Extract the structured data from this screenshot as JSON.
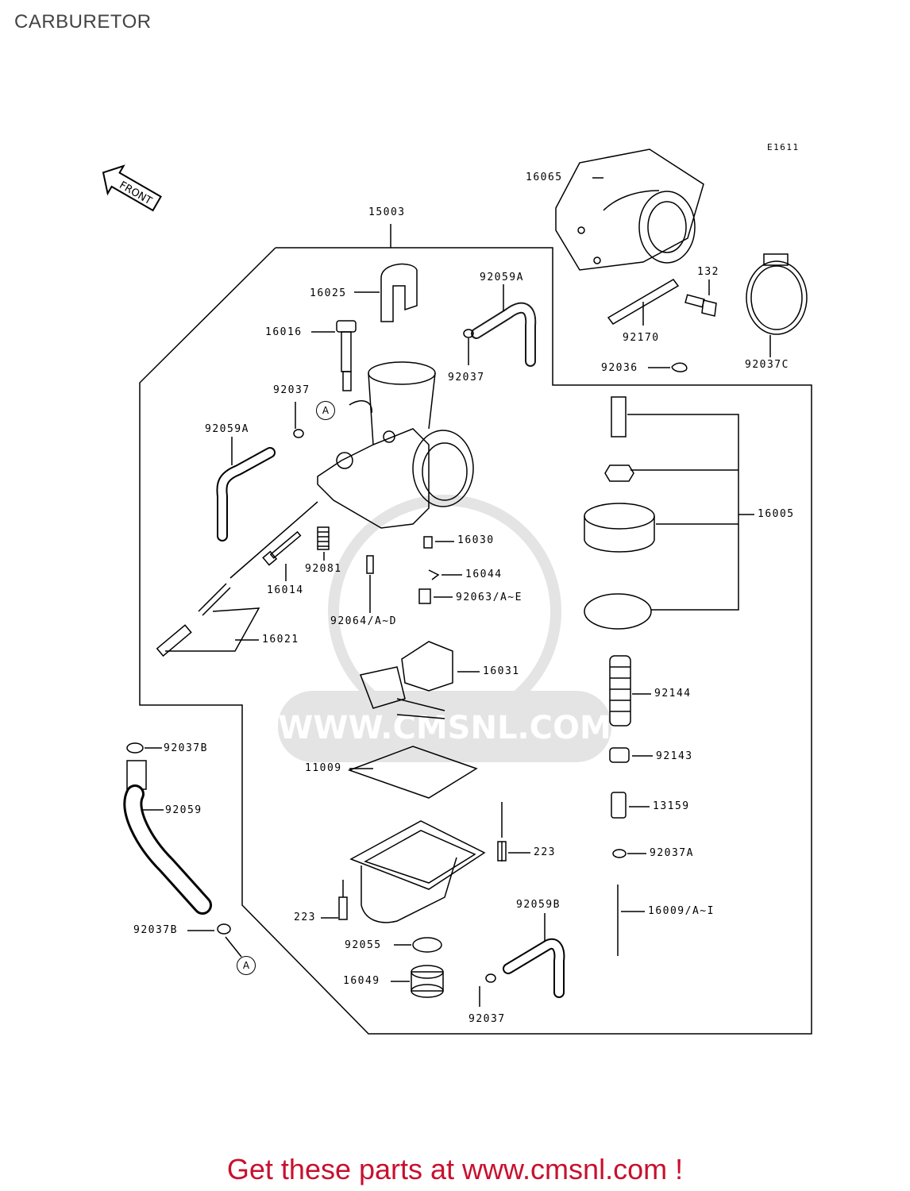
{
  "page": {
    "title": "CARBURETOR"
  },
  "diagram": {
    "code": "E1611",
    "front_label": "FRONT",
    "callout_letter": "A",
    "watermark_text": "WWW.CMSNL.COM",
    "line_color": "#000000",
    "labels": {
      "l15003": "15003",
      "l16065": "16065",
      "l132": "132",
      "l92170": "92170",
      "l92036": "92036",
      "l92037C": "92037C",
      "l16025": "16025",
      "l92059A_top": "92059A",
      "l16016": "16016",
      "l92037_top": "92037",
      "l92037_mid": "92037",
      "l92059A_left": "92059A",
      "l16005": "16005",
      "l16030": "16030",
      "l16044": "16044",
      "l92081": "92081",
      "l16014": "16014",
      "l92063": "92063/A~E",
      "l92064": "92064/A~D",
      "l16021": "16021",
      "l16031": "16031",
      "l92144": "92144",
      "l92037B_top": "92037B",
      "l92143": "92143",
      "l11009": "11009",
      "l92059": "92059",
      "l13159": "13159",
      "l223_right": "223",
      "l92037A": "92037A",
      "l223_left": "223",
      "l92059B": "92059B",
      "l16009": "16009/A~I",
      "l92037B_bot": "92037B",
      "l92055": "92055",
      "l16049": "16049",
      "l92037_bot": "92037"
    }
  },
  "footer": {
    "text": "Get these parts at www.cmsnl.com !",
    "color": "#c8102e"
  }
}
